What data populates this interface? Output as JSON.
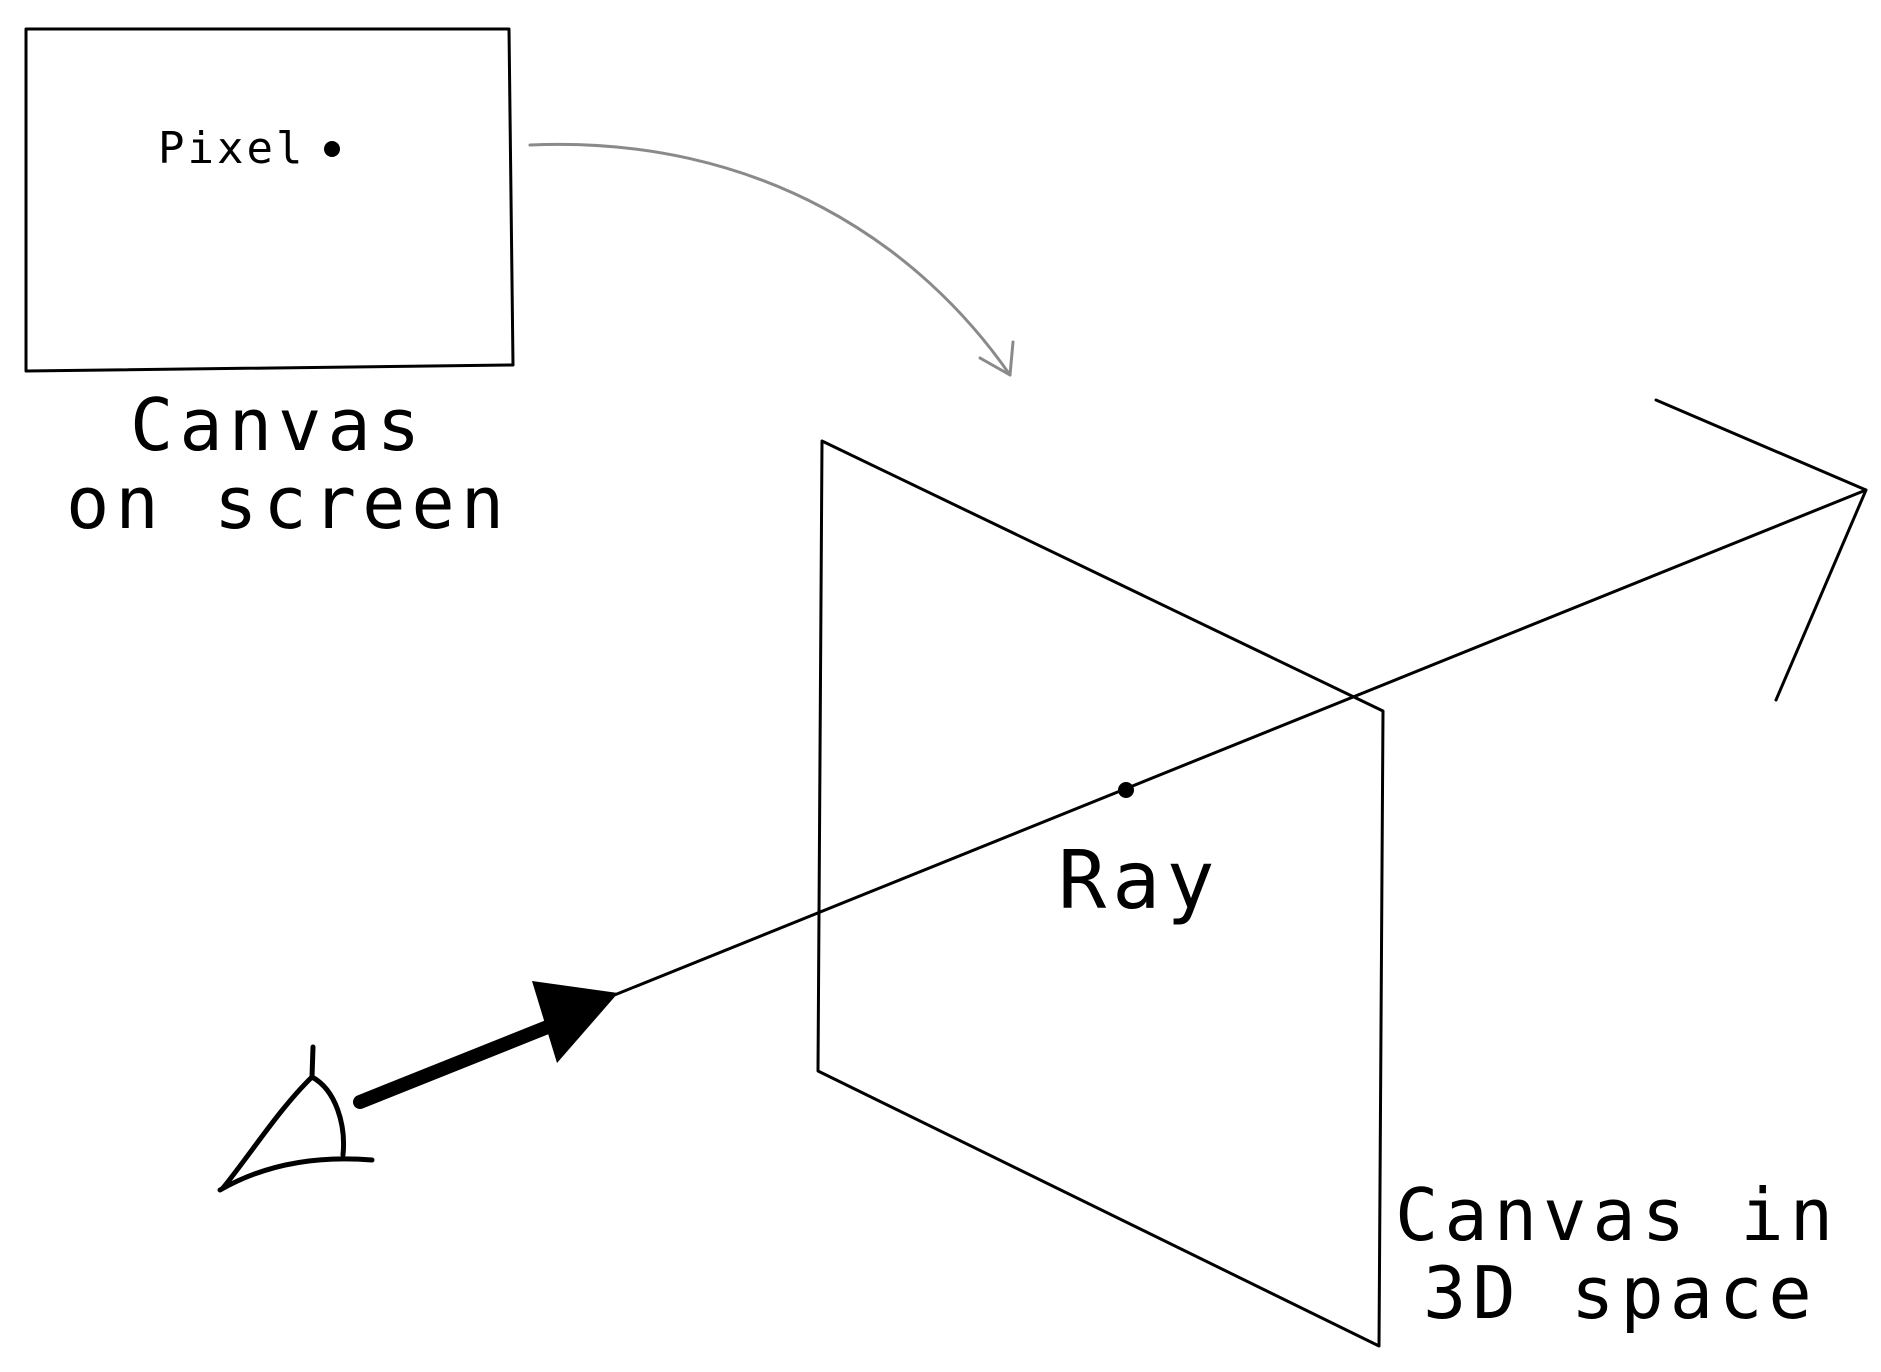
{
  "labels": {
    "pixel": "Pixel",
    "canvas_screen_line1": "Canvas",
    "canvas_screen_line2": "on screen",
    "ray": "Ray",
    "canvas_3d_line1": "Canvas in",
    "canvas_3d_line2": "3D space"
  },
  "colors": {
    "ink": "#000000",
    "mapping_arrow": "#8a8a8a",
    "background": "#ffffff"
  },
  "icons": {
    "viewer": "eye-icon"
  }
}
